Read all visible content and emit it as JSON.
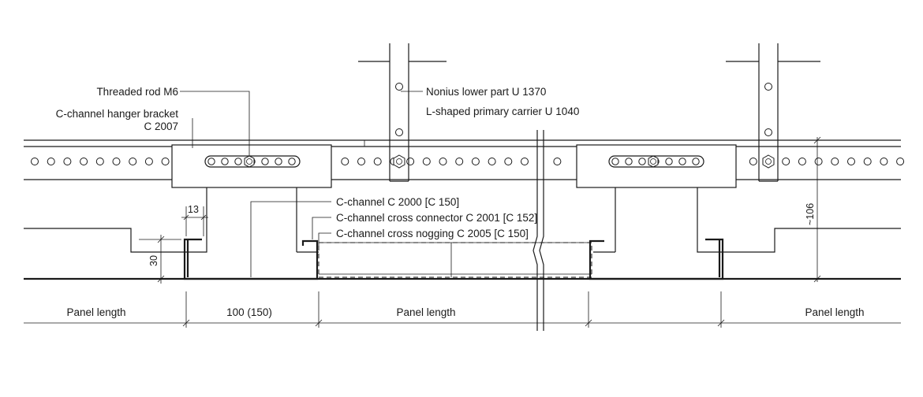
{
  "labels": {
    "threaded_rod": "Threaded rod M6",
    "hanger_bracket_line1": "C-channel hanger bracket",
    "hanger_bracket_line2": "C 2007",
    "nonius": "Nonius lower part U 1370",
    "primary_carrier": "L-shaped primary carrier U 1040",
    "c_channel": "C-channel C 2000 [C 150]",
    "cross_connector": "C-channel cross connector C 2001 [C 152]",
    "cross_nogging": "C-channel cross nogging C 2005 [C 150]"
  },
  "dimensions": {
    "flange_width": "13",
    "lip_height": "30",
    "height": "~106",
    "panel_length_left": "Panel length",
    "gap": "100 (150)",
    "panel_length_middle": "Panel length",
    "panel_length_right": "Panel length"
  }
}
